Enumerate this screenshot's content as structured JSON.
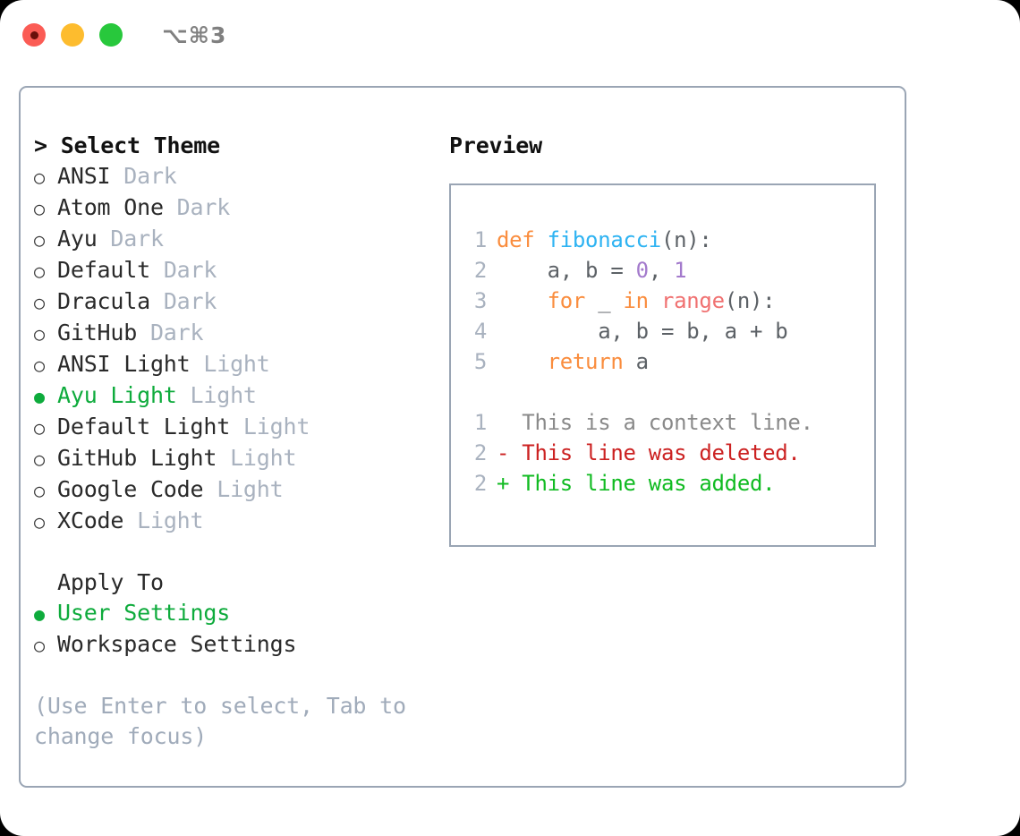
{
  "titlebar": {
    "traffic_lights": [
      "close",
      "minimize",
      "maximize"
    ],
    "shortcut": "⌥⌘3"
  },
  "theme_section": {
    "header": "> Select Theme",
    "options": [
      {
        "marker": "hollow",
        "name": "ANSI",
        "badge": "Dark",
        "selected": false
      },
      {
        "marker": "hollow",
        "name": "Atom One",
        "badge": "Dark",
        "selected": false
      },
      {
        "marker": "hollow",
        "name": "Ayu",
        "badge": "Dark",
        "selected": false
      },
      {
        "marker": "hollow",
        "name": "Default",
        "badge": "Dark",
        "selected": false
      },
      {
        "marker": "hollow",
        "name": "Dracula",
        "badge": "Dark",
        "selected": false
      },
      {
        "marker": "hollow",
        "name": "GitHub",
        "badge": "Dark",
        "selected": false
      },
      {
        "marker": "hollow",
        "name": "ANSI Light",
        "badge": "Light",
        "selected": false
      },
      {
        "marker": "filled",
        "name": "Ayu Light",
        "badge": "Light",
        "selected": true
      },
      {
        "marker": "hollow",
        "name": "Default Light",
        "badge": "Light",
        "selected": false
      },
      {
        "marker": "hollow",
        "name": "GitHub Light",
        "badge": "Light",
        "selected": false
      },
      {
        "marker": "hollow",
        "name": "Google Code",
        "badge": "Light",
        "selected": false
      },
      {
        "marker": "hollow",
        "name": "XCode",
        "badge": "Light",
        "selected": false
      }
    ]
  },
  "apply_section": {
    "header": "Apply To",
    "options": [
      {
        "marker": "filled",
        "name": "User Settings",
        "badge": "",
        "selected": true
      },
      {
        "marker": "hollow",
        "name": "Workspace Settings",
        "badge": "",
        "selected": false
      }
    ]
  },
  "hint": "(Use Enter to select, Tab to change focus)",
  "preview": {
    "title": "Preview",
    "code_lines": [
      {
        "num": "1",
        "tokens": [
          {
            "t": "def",
            "c": "kw"
          },
          {
            "t": " ",
            "c": "pl"
          },
          {
            "t": "fibonacci",
            "c": "fn"
          },
          {
            "t": "(n):",
            "c": "pl"
          }
        ]
      },
      {
        "num": "2",
        "tokens": [
          {
            "t": "    a, b = ",
            "c": "pl"
          },
          {
            "t": "0",
            "c": "num"
          },
          {
            "t": ", ",
            "c": "pl"
          },
          {
            "t": "1",
            "c": "num"
          }
        ]
      },
      {
        "num": "3",
        "tokens": [
          {
            "t": "    ",
            "c": "pl"
          },
          {
            "t": "for",
            "c": "kw"
          },
          {
            "t": " _ ",
            "c": "pl"
          },
          {
            "t": "in",
            "c": "kw"
          },
          {
            "t": " ",
            "c": "pl"
          },
          {
            "t": "range",
            "c": "call"
          },
          {
            "t": "(n):",
            "c": "pl"
          }
        ]
      },
      {
        "num": "4",
        "tokens": [
          {
            "t": "        a, b = b, a + b",
            "c": "pl"
          }
        ]
      },
      {
        "num": "5",
        "tokens": [
          {
            "t": "    ",
            "c": "pl"
          },
          {
            "t": "return",
            "c": "kw"
          },
          {
            "t": " a",
            "c": "pl"
          }
        ]
      }
    ],
    "diff_lines": [
      {
        "num": "1",
        "sign": "  ",
        "text": "This is a context line.",
        "kind": "ctx"
      },
      {
        "num": "2",
        "sign": "- ",
        "text": "This line was deleted.",
        "kind": "del"
      },
      {
        "num": "2",
        "sign": "+ ",
        "text": "This line was added.",
        "kind": "add"
      }
    ]
  },
  "colors": {
    "accent_green": "#0eab3c",
    "muted": "#a9b2bf",
    "border": "#9aa5b4",
    "keyword": "#fa8d3e",
    "function": "#2eb3f2",
    "call": "#f07171",
    "number": "#a37acc",
    "deleted": "#cc2222",
    "added": "#11bb22"
  }
}
